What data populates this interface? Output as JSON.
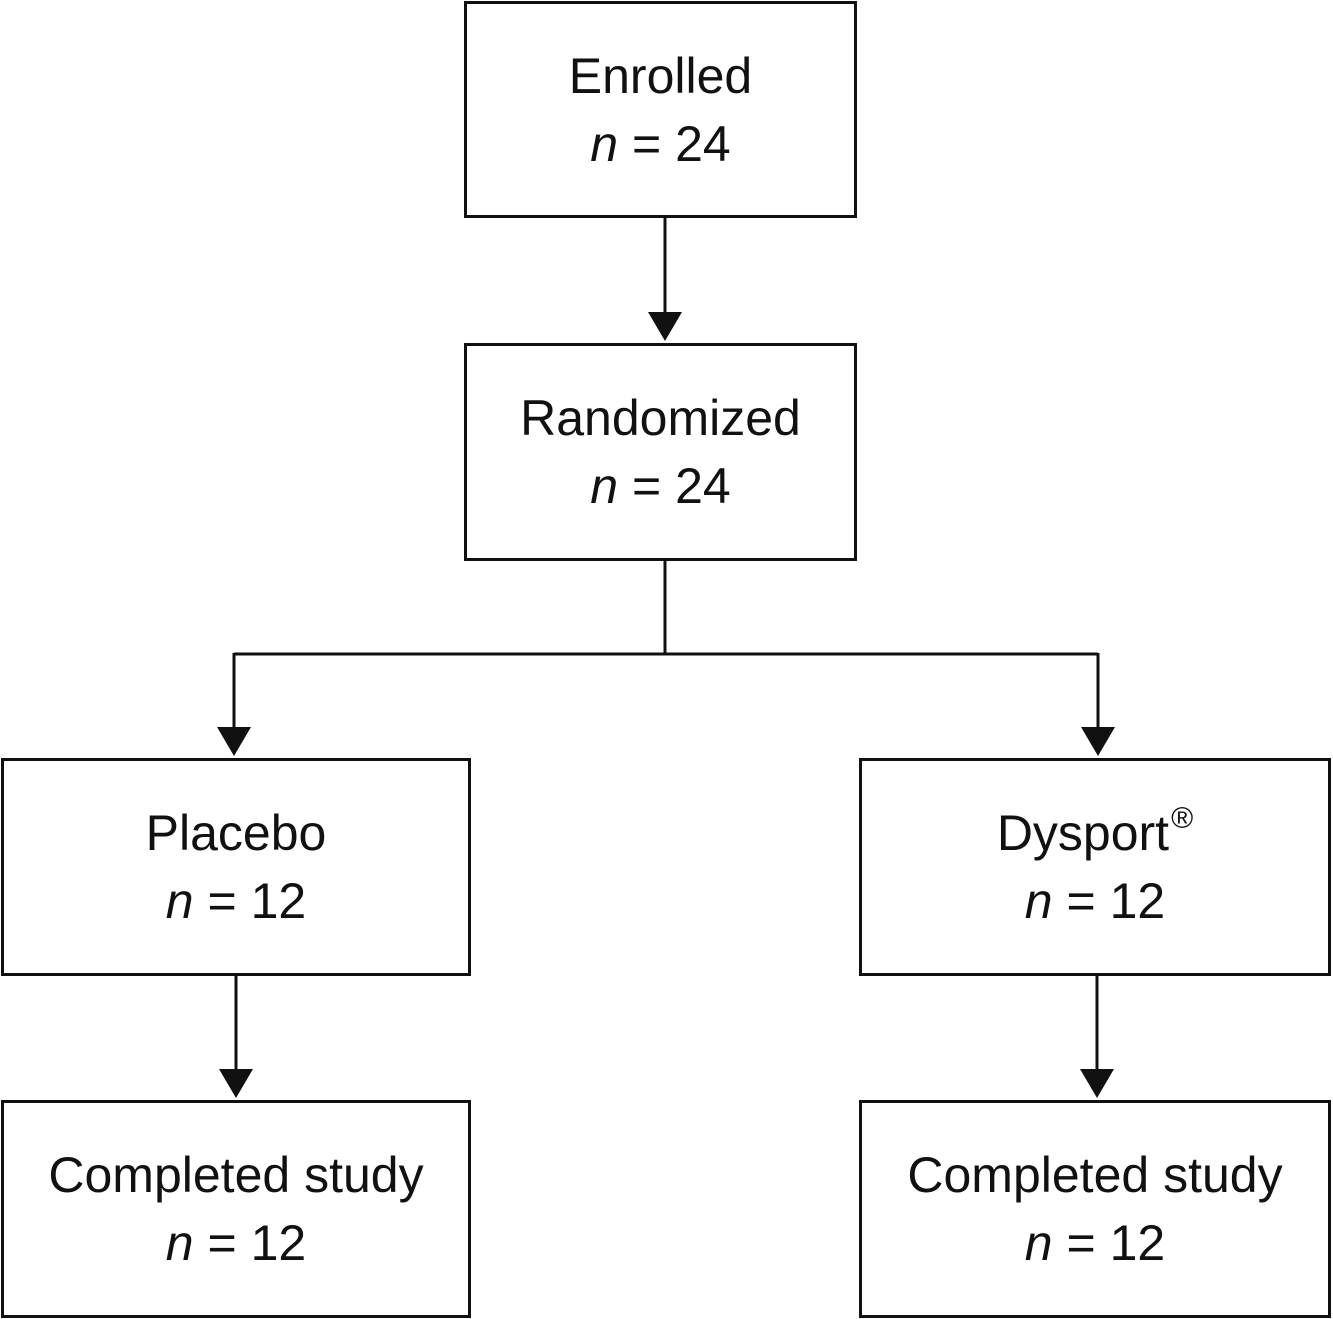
{
  "flowchart": {
    "enrolled": {
      "label": "Enrolled",
      "n_symbol": "n",
      "n_value": "= 24"
    },
    "randomized": {
      "label": "Randomized",
      "n_symbol": "n",
      "n_value": "= 24"
    },
    "placebo": {
      "label": "Placebo",
      "n_symbol": "n",
      "n_value": "= 12"
    },
    "dysport": {
      "label": "Dysport",
      "label_mark": "®",
      "n_symbol": "n",
      "n_value": "= 12"
    },
    "completed_placebo": {
      "label": "Completed study",
      "n_symbol": "n",
      "n_value": "= 12"
    },
    "completed_dysport": {
      "label": "Completed study",
      "n_symbol": "n",
      "n_value": "= 12"
    }
  },
  "colors": {
    "stroke": "#111111",
    "background": "#ffffff"
  }
}
